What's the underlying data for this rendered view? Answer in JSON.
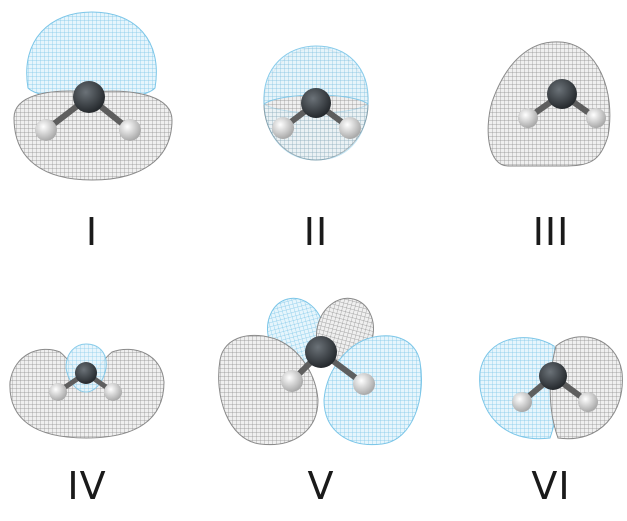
{
  "figure": {
    "panels": [
      {
        "id": "orbital-1",
        "label": "I"
      },
      {
        "id": "orbital-2",
        "label": "II"
      },
      {
        "id": "orbital-3",
        "label": "III"
      },
      {
        "id": "orbital-4",
        "label": "IV"
      },
      {
        "id": "orbital-5",
        "label": "V"
      },
      {
        "id": "orbital-6",
        "label": "VI"
      }
    ],
    "colors": {
      "positive_lobe": "#9bd4ee",
      "negative_lobe": "#b8b8b8",
      "oxygen_atom": "#3a3f44",
      "hydrogen_atom": "#d9d9d9",
      "label_text": "#1a1a1a"
    }
  }
}
